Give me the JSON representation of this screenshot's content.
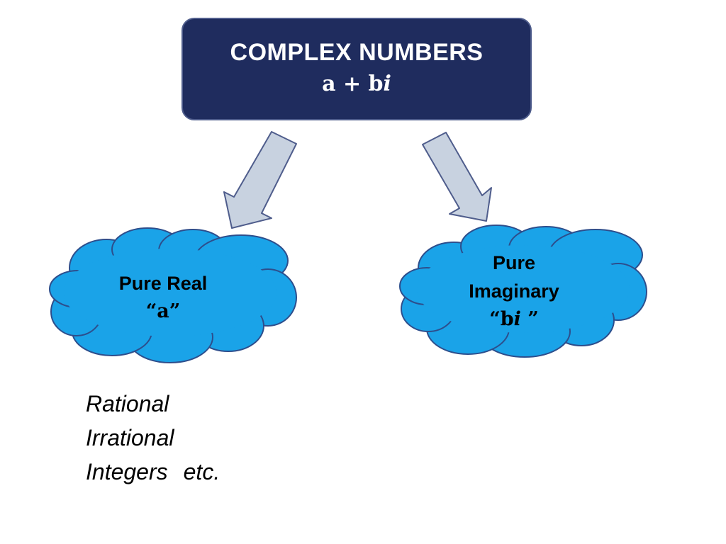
{
  "title": {
    "heading": "COMPLEX NUMBERS",
    "formula_prefix": "a + b",
    "formula_imag": "i"
  },
  "real_cloud": {
    "line1": "Pure Real",
    "line2": "“a”"
  },
  "imag_cloud": {
    "line1": "Pure",
    "line2": "Imaginary",
    "line3_open": "“b",
    "line3_imag": "i",
    "line3_close": " ”"
  },
  "examples": {
    "items": [
      "Rational",
      "Irrational",
      "Integers",
      "etc."
    ]
  },
  "colors": {
    "title_bg": "#1f2c5e",
    "title_text": "#ffffff",
    "arrow_fill": "#c8d2e0",
    "arrow_stroke": "#4f5d8c",
    "cloud_fill": "#1aa3e8",
    "cloud_stroke": "#2d4e8c"
  }
}
